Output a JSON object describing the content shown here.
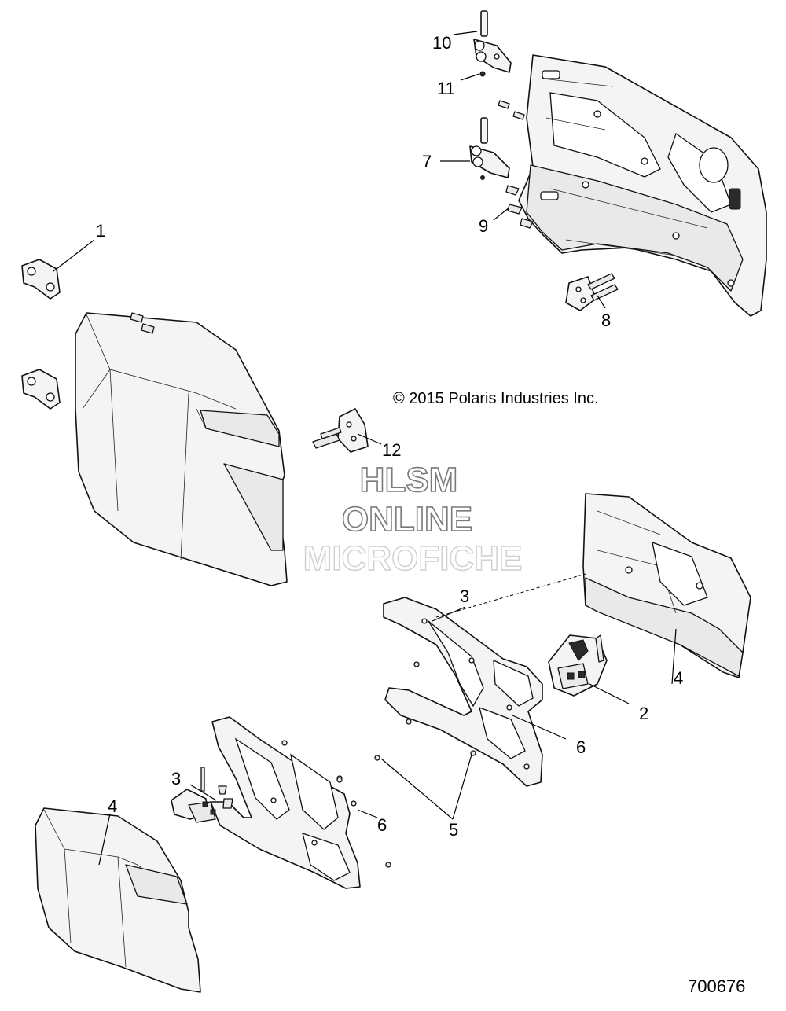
{
  "callouts": {
    "c1": "1",
    "c2": "2",
    "c3a": "3",
    "c3b": "3",
    "c4a": "4",
    "c4b": "4",
    "c5": "5",
    "c6a": "6",
    "c6b": "6",
    "c7": "7",
    "c8": "8",
    "c9": "9",
    "c10": "10",
    "c11": "11",
    "c12": "12"
  },
  "copyright": "© 2015 Polaris Industries Inc.",
  "watermark": {
    "line1": "HLSM",
    "line2": "ONLINE",
    "line3": "MICROFICHE"
  },
  "document_number": "700676"
}
